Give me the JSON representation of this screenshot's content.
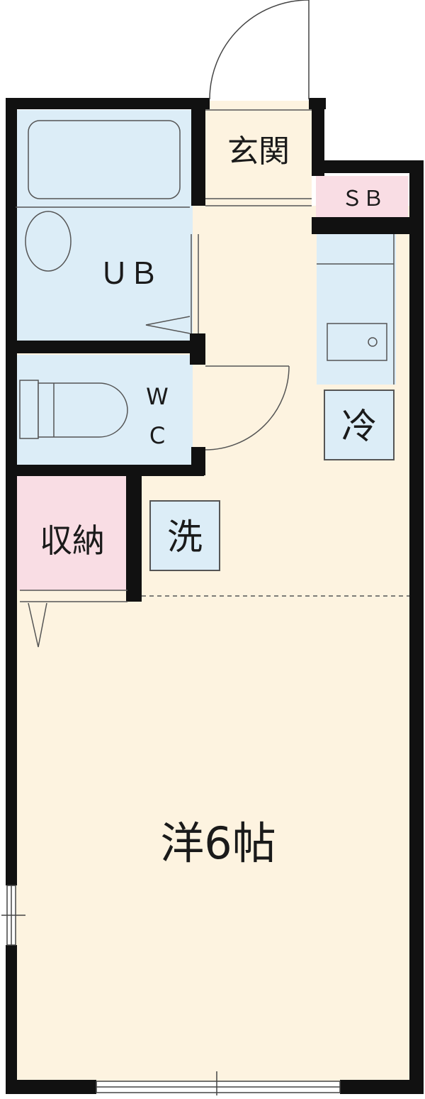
{
  "floorplan": {
    "rooms": {
      "genkan": "玄関",
      "sb": "ＳＢ",
      "ub": "ＵＢ",
      "wc_w": "W",
      "wc_c": "C",
      "shuno": "収納",
      "fridge": "冷",
      "washer": "洗",
      "western": "洋6帖"
    },
    "colors": {
      "floor": "#fdf3e0",
      "wet": "#dcedf7",
      "pink": "#f9dde4",
      "wall": "#111111",
      "line": "#444444"
    }
  }
}
